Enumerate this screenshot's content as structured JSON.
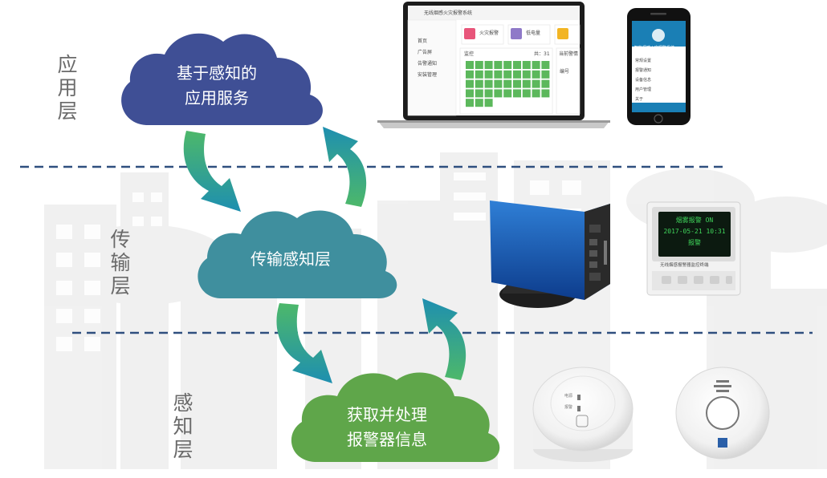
{
  "layers": [
    {
      "label": "应用层",
      "cloud_lines": [
        "基于感知的",
        "应用服务"
      ],
      "color": "#3f4f95"
    },
    {
      "label": "传输层",
      "cloud_lines": [
        "传输感知层"
      ],
      "color": "#3f8f9e"
    },
    {
      "label": "感知层",
      "cloud_lines": [
        "获取并处理",
        "报警器信息"
      ],
      "color": "#5fa64a"
    }
  ],
  "arrow_colors": {
    "start": "#4db86a",
    "end": "#1e8fb0"
  },
  "divider_color": "#2f4f7f",
  "laptop_screen": {
    "app_title": "无线烟感火灾报警系统",
    "sidebar": [
      "首页",
      "广告屏",
      "告警通知",
      "安装管理"
    ],
    "cards": [
      "火灾报警",
      "低电量"
    ],
    "panel_title": "监控",
    "panel_count": "共：31",
    "right_panel_title": "当前警情",
    "right_panel_col": "编号"
  },
  "phone_screen": {
    "header": "智能烟感火灾报警系统",
    "rows": [
      "常规设置",
      "报警通知",
      "设备信息",
      "用户管理",
      "关于"
    ]
  },
  "detector_display": {
    "line1": "烟雾报警 ON",
    "line2": "2017-05-21 10:31",
    "line3": "报警",
    "caption": "无线烟感报警器监控终端"
  },
  "smoke_detector_left": {
    "labels": [
      "电源",
      "报警"
    ]
  }
}
